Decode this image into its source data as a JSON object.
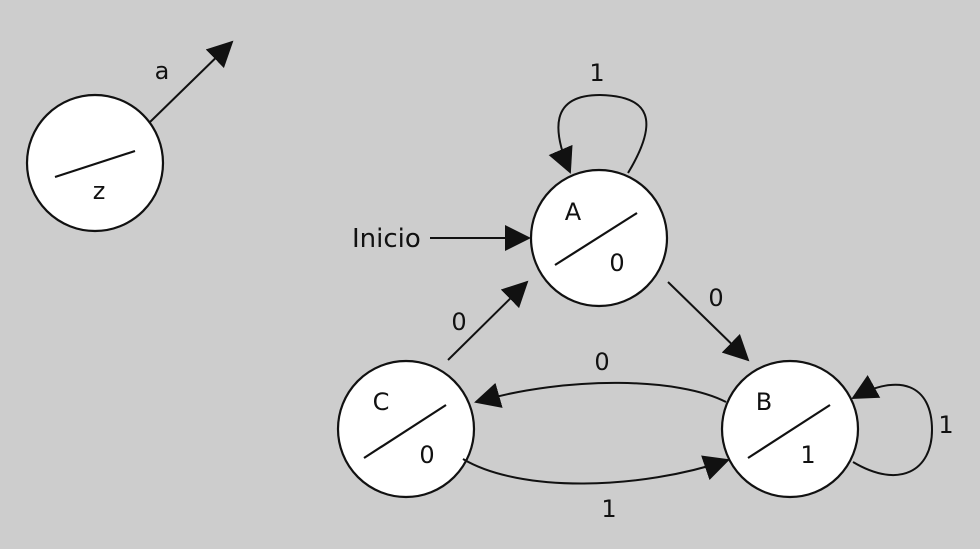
{
  "legend": {
    "transition_label": "a",
    "output_label": "z"
  },
  "machine": {
    "start_label": "Inicio",
    "states": {
      "A": {
        "name": "A",
        "output": "0"
      },
      "B": {
        "name": "B",
        "output": "1"
      },
      "C": {
        "name": "C",
        "output": "0"
      }
    },
    "transitions": {
      "A_A": "1",
      "A_B": "0",
      "B_B": "1",
      "B_C": "0",
      "C_A": "0",
      "C_B": "1"
    }
  }
}
